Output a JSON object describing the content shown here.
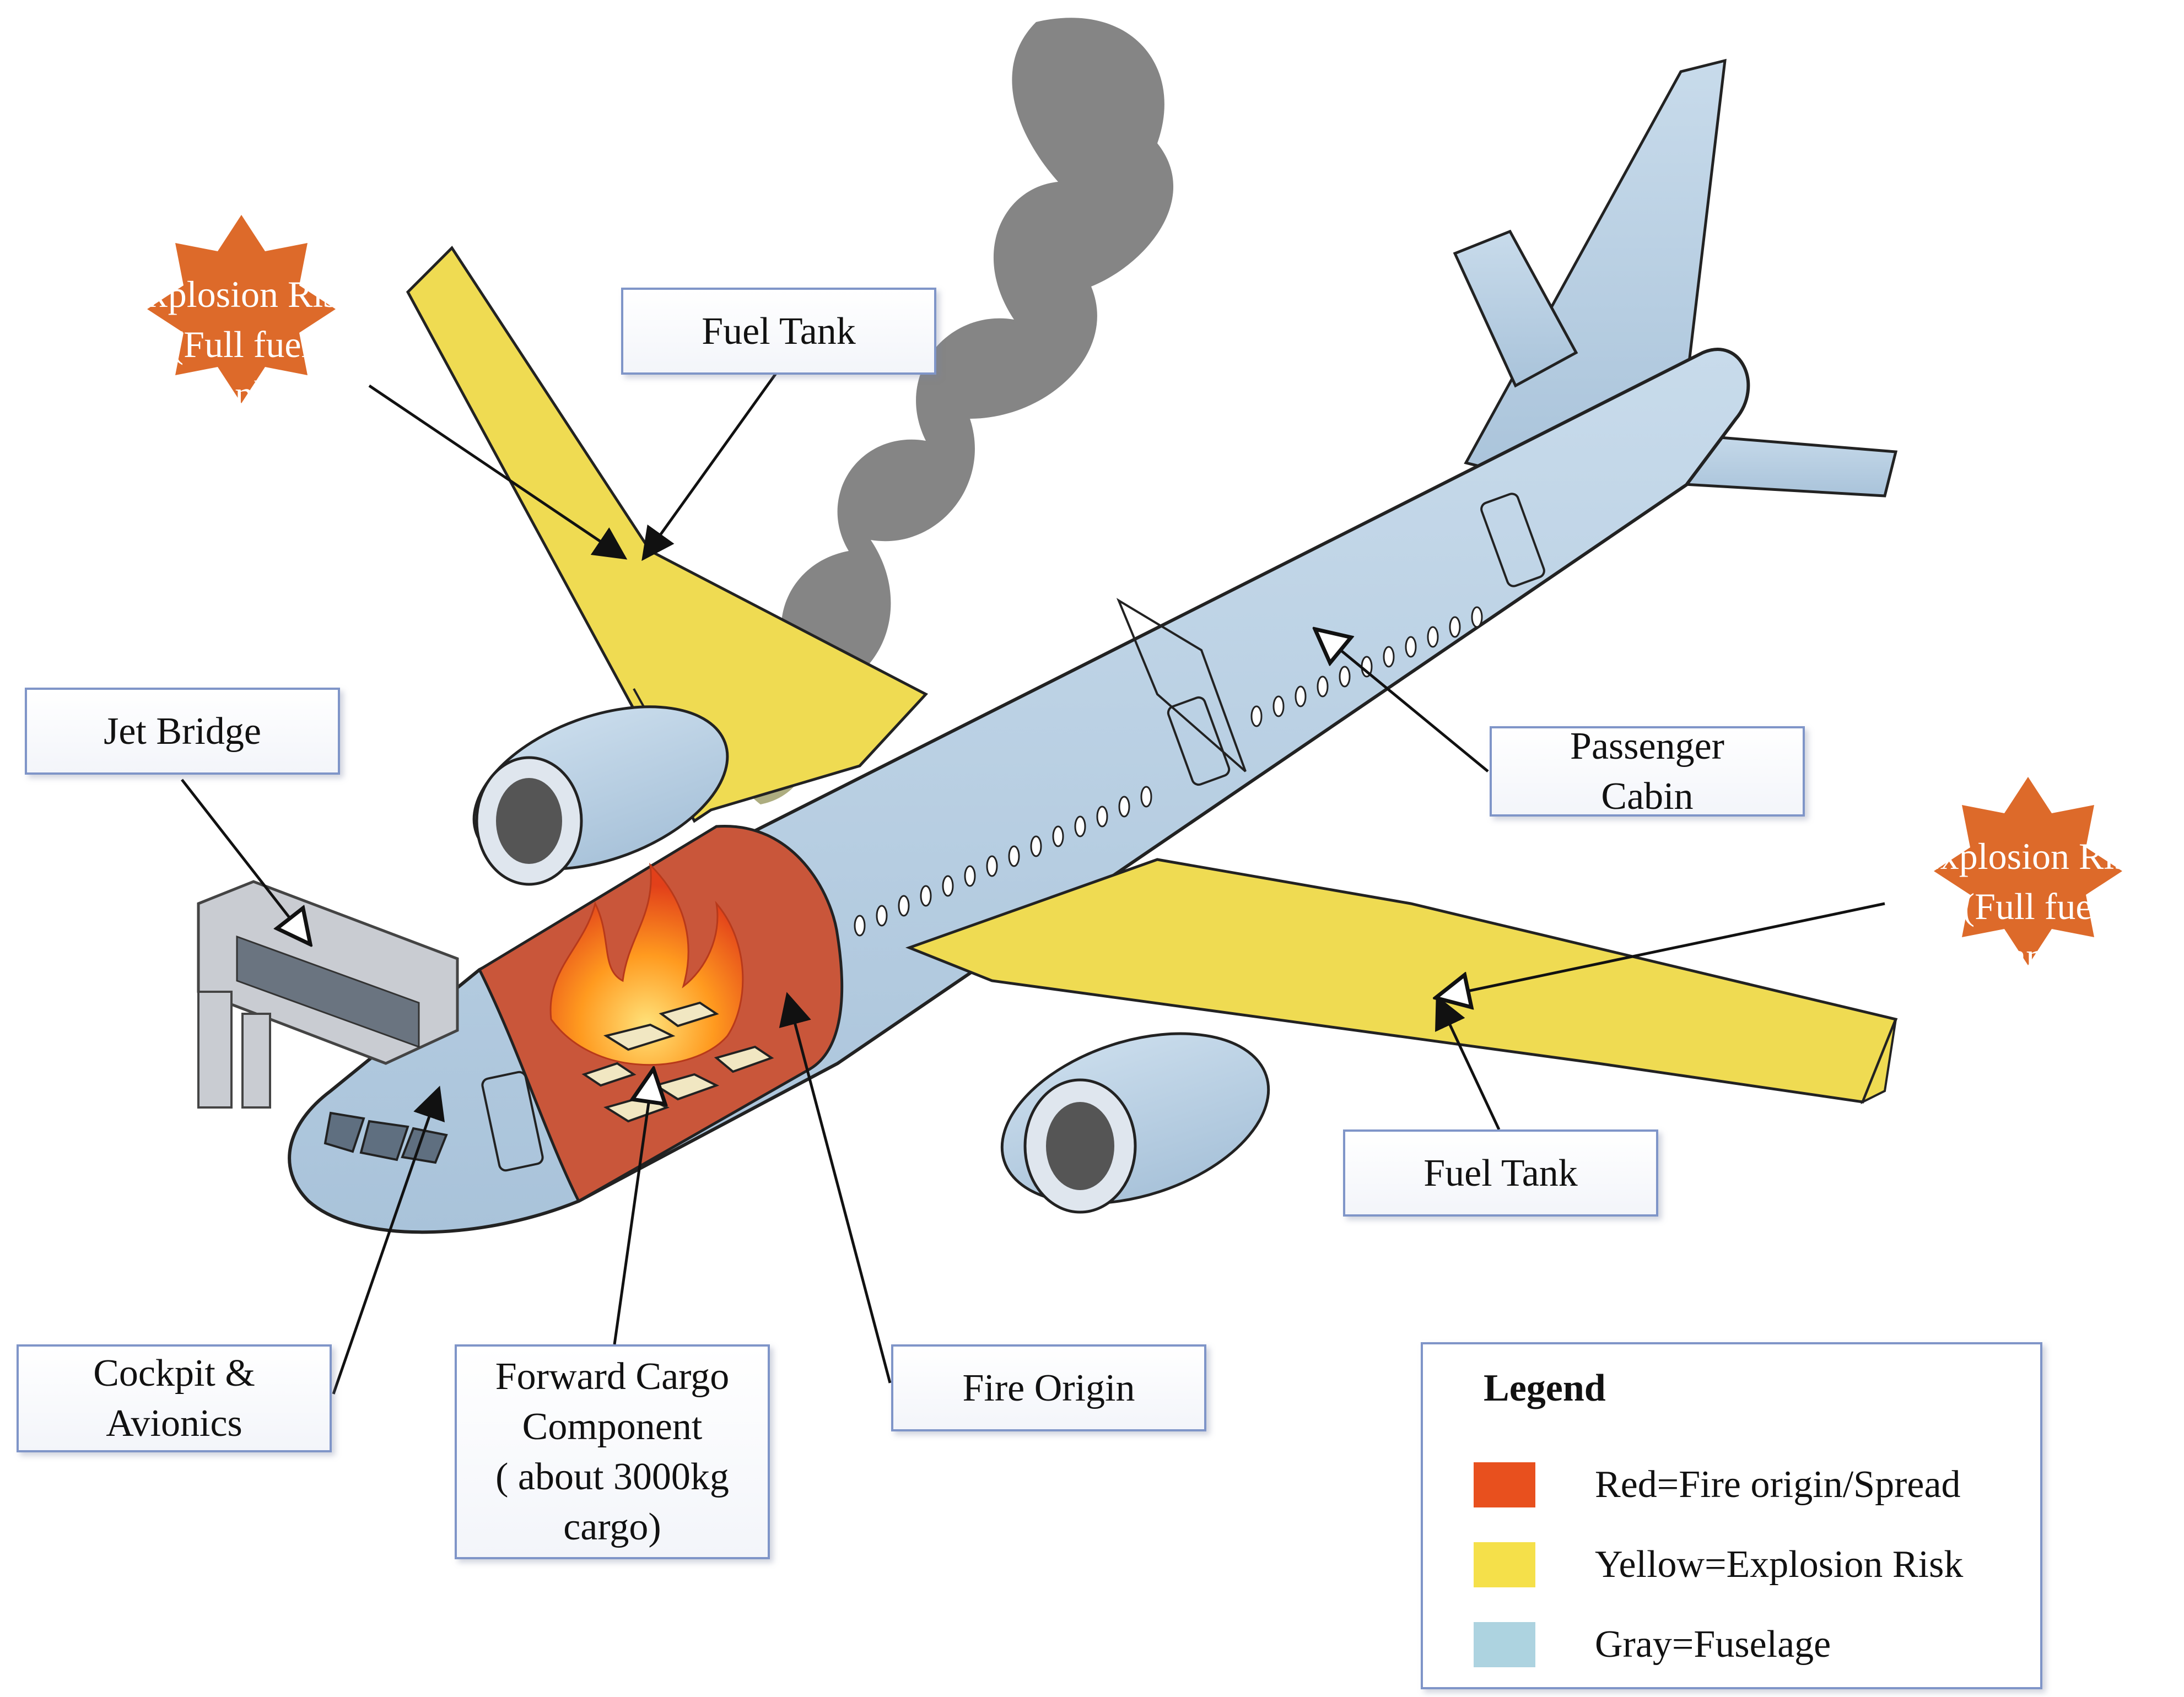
{
  "labels": {
    "fuel_tank_top": "Fuel Tank",
    "jet_bridge": "Jet Bridge",
    "passenger_cabin": "Passenger\nCabin",
    "fuel_tank_bottom": "Fuel Tank",
    "cockpit": "Cockpit &\nAvionics",
    "forward_cargo": "Forward Cargo\nComponent\n( about 3000kg\ncargo)",
    "fire_origin": "Fire Origin"
  },
  "explosion_bursts": {
    "left": "Explosion Risk\n(Full fuel\nTank)",
    "right": "Explosion Risk\n(Full fuel\nTank)"
  },
  "legend": {
    "title": "Legend",
    "items": [
      {
        "text": "Red=Fire origin/Spread",
        "color": "#e8501e"
      },
      {
        "text": "Yellow=Explosion Risk",
        "color": "#f5e04a"
      },
      {
        "text": "Gray=Fuselage",
        "color": "#add3e0"
      }
    ]
  },
  "colors": {
    "fuselage": "#b7cfe3",
    "fuel_tank_wing": "#efdb52",
    "fire_zone": "#c9563a",
    "burst": "#dd6a2a",
    "box_border": "#7f95c8"
  }
}
